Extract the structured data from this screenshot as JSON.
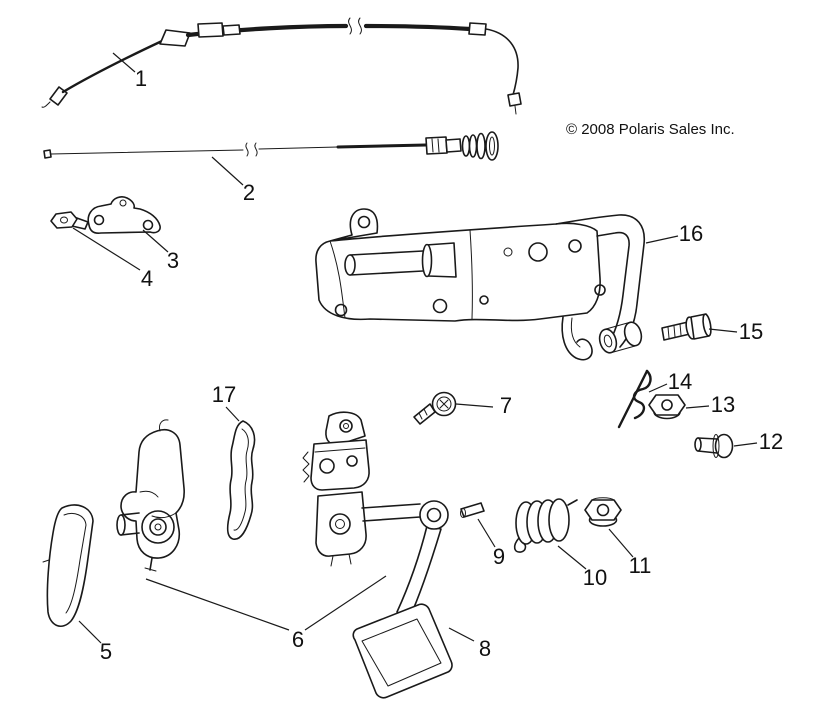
{
  "diagram": {
    "copyright": "© 2008 Polaris Sales Inc.",
    "callouts": [
      "1",
      "2",
      "3",
      "4",
      "5",
      "6",
      "7",
      "8",
      "9",
      "10",
      "11",
      "12",
      "13",
      "14",
      "15",
      "16",
      "17"
    ]
  }
}
